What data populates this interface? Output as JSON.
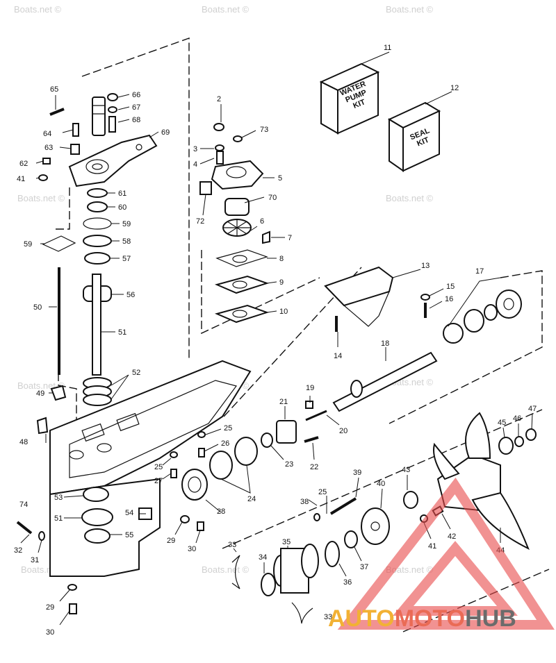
{
  "watermark_text": "Boats.net ©",
  "watermark_copy": "Boats.net ©",
  "kits": {
    "water_pump": [
      "WATER",
      "PUMP",
      "KIT"
    ],
    "seal": [
      "SEAL",
      "KIT"
    ]
  },
  "brand": {
    "prefix": "AUTO",
    "middle": "MOTO",
    "suffix": "HUB",
    "colors": {
      "prefix": "#f2b134",
      "middle": "#ea6b55",
      "suffix": "#6b6b6b",
      "mark": "#e84a4a"
    }
  },
  "callouts": {
    "n2": "2",
    "n3": "3",
    "n4": "4",
    "n5": "5",
    "n6": "6",
    "n7": "7",
    "n8": "8",
    "n9": "9",
    "n10": "10",
    "n11": "11",
    "n12": "12",
    "n13": "13",
    "n14": "14",
    "n15": "15",
    "n16": "16",
    "n17": "17",
    "n18": "18",
    "n19": "19",
    "n20": "20",
    "n21": "21",
    "n22": "22",
    "n23": "23",
    "n24": "24",
    "n25a": "25",
    "n25b": "25",
    "n25c": "25",
    "n26": "26",
    "n27": "27",
    "n28": "28",
    "n29a": "29",
    "n29b": "29",
    "n30a": "30",
    "n30b": "30",
    "n31": "31",
    "n32": "32",
    "n33a": "33",
    "n33b": "33",
    "n34": "34",
    "n35": "35",
    "n36": "36",
    "n37": "37",
    "n38": "38",
    "n39": "39",
    "n40": "40",
    "n41a": "41",
    "n41b": "41",
    "n42": "42",
    "n43": "43",
    "n44": "44",
    "n45": "45",
    "n46": "46",
    "n47": "47",
    "n48": "48",
    "n49": "49",
    "n50": "50",
    "n51a": "51",
    "n51b": "51",
    "n52": "52",
    "n53": "53",
    "n54": "54",
    "n55": "55",
    "n56": "56",
    "n57": "57",
    "n58": "58",
    "n59a": "59",
    "n59b": "59",
    "n60": "60",
    "n61": "61",
    "n62": "62",
    "n63": "63",
    "n64": "64",
    "n65": "65",
    "n66": "66",
    "n67": "67",
    "n68": "68",
    "n69": "69",
    "n70": "70",
    "n72": "72",
    "n73": "73",
    "n74": "74"
  }
}
